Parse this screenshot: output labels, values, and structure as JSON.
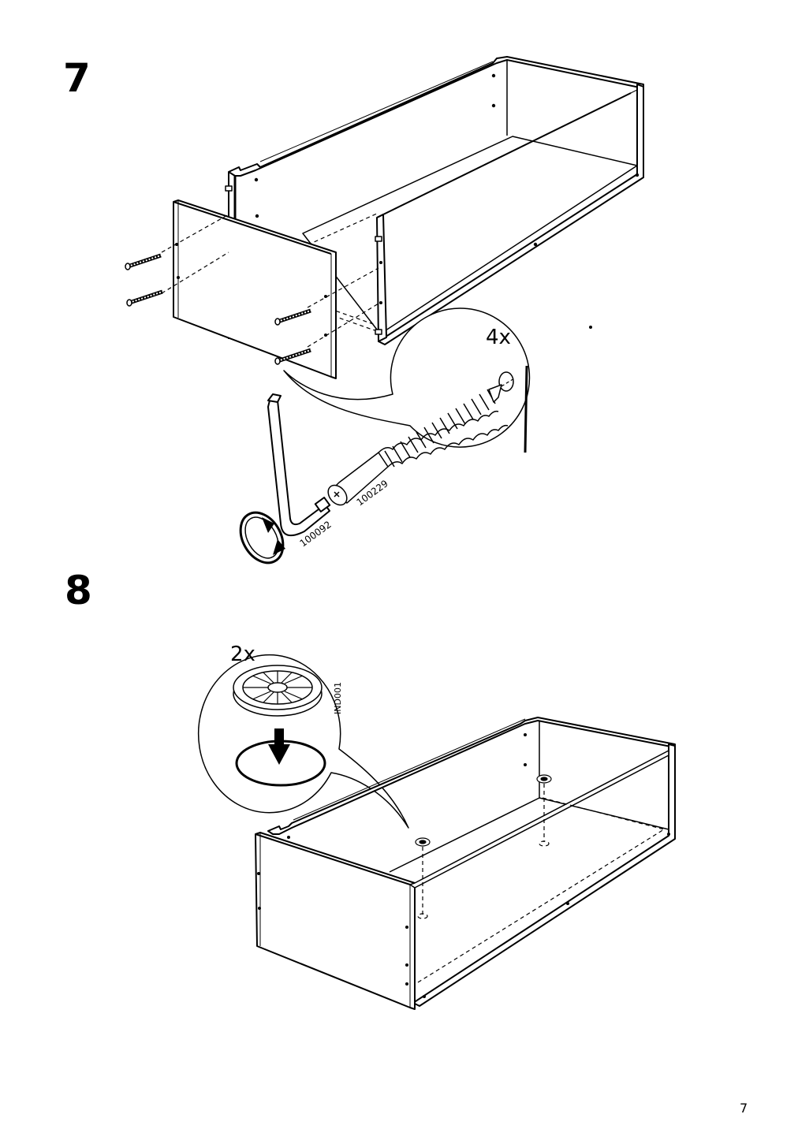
{
  "steps": [
    {
      "number": "7",
      "callout_qty": "4x",
      "part_screw": "100229",
      "part_key": "100092"
    },
    {
      "number": "8",
      "callout_qty": "2x",
      "part_cap": "IND001"
    }
  ],
  "page_number": "7",
  "colors": {
    "ink": "#000000",
    "paper": "#ffffff"
  }
}
